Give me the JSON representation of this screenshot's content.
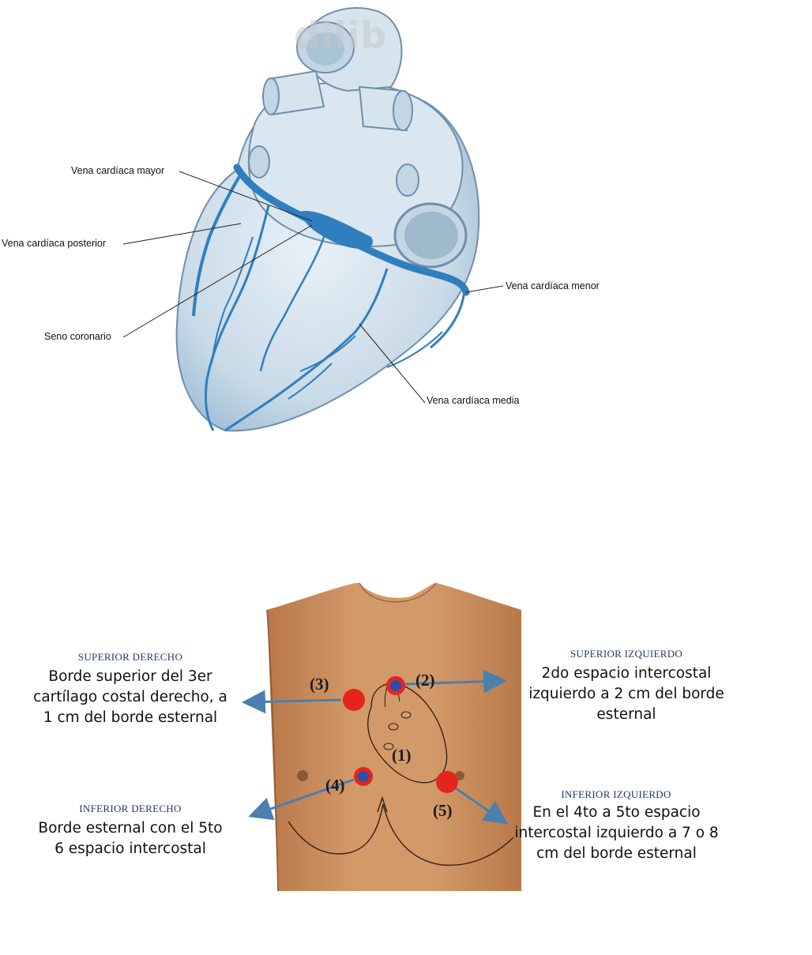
{
  "heart_figure": {
    "watermark": "dilib",
    "labels": {
      "great_cardiac_vein": "Vena cardíaca mayor",
      "posterior_cardiac_vein": "Vena cardíaca posterior",
      "coronary_sinus": "Seno coronario",
      "small_cardiac_vein": "Vena cardíaca menor",
      "middle_cardiac_vein": "Vena cardíaca media"
    },
    "colors": {
      "heart_fill": "#cfe0ec",
      "heart_stroke": "#6f8fae",
      "vein": "#2f7fbf"
    }
  },
  "chest_figure": {
    "colors": {
      "skin": "#c98a58",
      "electrode_red": "#e5241b",
      "electrode_blue": "#2b4fa6",
      "arrow": "#4a7fae"
    },
    "points": [
      {
        "number": "(1)"
      },
      {
        "number": "(2)"
      },
      {
        "number": "(3)"
      },
      {
        "number": "(4)"
      },
      {
        "number": "(5)"
      }
    ],
    "superior_right": {
      "heading": "SUPERIOR DERECHO",
      "lines": [
        "Borde superior del 3er",
        "cartílago costal derecho, a",
        "1 cm del borde esternal"
      ]
    },
    "superior_left": {
      "heading": "SUPERIOR IZQUIERDO",
      "lines": [
        "2do espacio intercostal",
        "izquierdo a 2 cm del borde",
        "esternal"
      ]
    },
    "inferior_right": {
      "heading": "INFERIOR DERECHO",
      "lines": [
        "Borde esternal con el 5to",
        "6 espacio intercostal"
      ]
    },
    "inferior_left": {
      "heading": "INFERIOR IZQUIERDO",
      "lines": [
        "En el 4to a 5to espacio",
        "intercostal izquierdo a 7 o 8",
        "cm del borde esternal"
      ]
    }
  }
}
